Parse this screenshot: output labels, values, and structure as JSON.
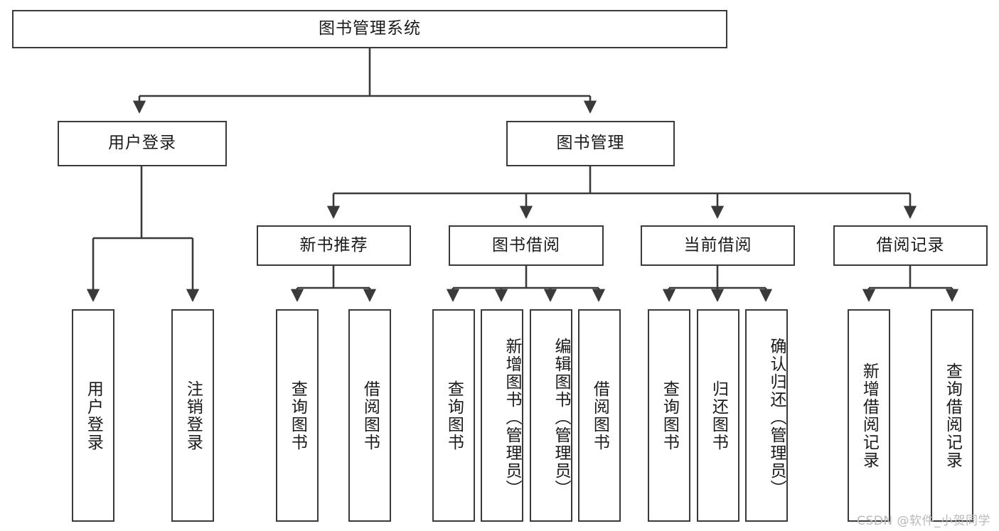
{
  "diagram": {
    "title": "图书管理系统",
    "type": "tree",
    "watermark": "CSDN @软件_小贺同学",
    "stroke_color": "#3a3a3a",
    "fill_color": "#ffffff",
    "text_color": "#1a1a1a",
    "levels": [
      {
        "level": 1,
        "nodes": [
          {
            "id": "root",
            "label": "图书管理系统"
          }
        ]
      },
      {
        "level": 2,
        "nodes": [
          {
            "id": "login",
            "label": "用户登录",
            "parent": "root"
          },
          {
            "id": "bookmgmt",
            "label": "图书管理",
            "parent": "root"
          }
        ]
      },
      {
        "level": 3,
        "nodes": [
          {
            "id": "newbook",
            "label": "新书推荐",
            "parent": "bookmgmt"
          },
          {
            "id": "borrow",
            "label": "图书借阅",
            "parent": "bookmgmt"
          },
          {
            "id": "current",
            "label": "当前借阅",
            "parent": "bookmgmt"
          },
          {
            "id": "record",
            "label": "借阅记录",
            "parent": "bookmgmt"
          }
        ]
      },
      {
        "level": 4,
        "nodes": [
          {
            "id": "leaf1",
            "label": "用户登录",
            "parent": "login"
          },
          {
            "id": "leaf2",
            "label": "注销登录",
            "parent": "login"
          },
          {
            "id": "leaf3",
            "label": "查询图书",
            "parent": "newbook"
          },
          {
            "id": "leaf4",
            "label": "借阅图书",
            "parent": "newbook"
          },
          {
            "id": "leaf5",
            "label": "查询图书",
            "parent": "borrow"
          },
          {
            "id": "leaf6",
            "label": "新增图书（管理员）",
            "parent": "borrow"
          },
          {
            "id": "leaf7",
            "label": "编辑图书（管理员）",
            "parent": "borrow"
          },
          {
            "id": "leaf8",
            "label": "借阅图书",
            "parent": "borrow"
          },
          {
            "id": "leaf9",
            "label": "查询图书",
            "parent": "current"
          },
          {
            "id": "leaf10",
            "label": "归还图书",
            "parent": "current"
          },
          {
            "id": "leaf11",
            "label": "确认归还（管理员）",
            "parent": "current"
          },
          {
            "id": "leaf12",
            "label": "新增借阅记录",
            "parent": "record"
          },
          {
            "id": "leaf13",
            "label": "查询借阅记录",
            "parent": "record"
          }
        ]
      }
    ]
  }
}
